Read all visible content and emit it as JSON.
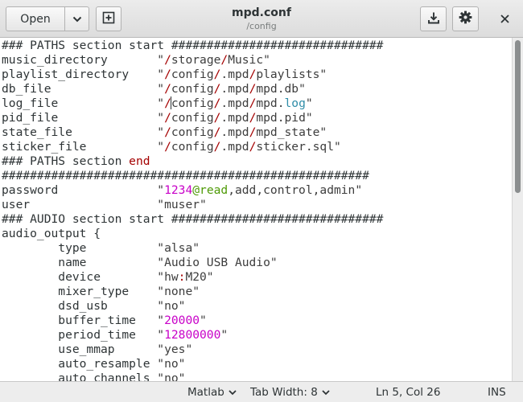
{
  "header": {
    "open_label": "Open",
    "title": "mpd.conf",
    "subtitle": "/config"
  },
  "icons": {
    "open_menu": "chevron-down-icon",
    "new_tab": "new-tab-icon",
    "save": "download-icon",
    "menu": "gear-icon",
    "close": "close-icon"
  },
  "editor": {
    "lines": [
      [
        {
          "t": "### PATHS section start ##############################",
          "c": ""
        }
      ],
      [
        {
          "t": "music_directory       ",
          "c": ""
        },
        {
          "t": "\"",
          "c": "s"
        },
        {
          "t": "/",
          "c": "sl"
        },
        {
          "t": "storage",
          "c": "s"
        },
        {
          "t": "/",
          "c": "sl"
        },
        {
          "t": "Music\"",
          "c": "s"
        }
      ],
      [
        {
          "t": "playlist_directory    ",
          "c": ""
        },
        {
          "t": "\"",
          "c": "s"
        },
        {
          "t": "/",
          "c": "sl"
        },
        {
          "t": "config",
          "c": "s"
        },
        {
          "t": "/",
          "c": "sl"
        },
        {
          "t": ".mpd",
          "c": "s"
        },
        {
          "t": "/",
          "c": "sl"
        },
        {
          "t": "playlists\"",
          "c": "s"
        }
      ],
      [
        {
          "t": "db_file               ",
          "c": ""
        },
        {
          "t": "\"",
          "c": "s"
        },
        {
          "t": "/",
          "c": "sl"
        },
        {
          "t": "config",
          "c": "s"
        },
        {
          "t": "/",
          "c": "sl"
        },
        {
          "t": ".mpd",
          "c": "s"
        },
        {
          "t": "/",
          "c": "sl"
        },
        {
          "t": "mpd.db\"",
          "c": "s"
        }
      ],
      [
        {
          "t": "log_file              ",
          "c": ""
        },
        {
          "t": "\"",
          "c": "s"
        },
        {
          "t": "/",
          "c": "sl"
        },
        {
          "t": "",
          "c": "caret"
        },
        {
          "t": "config",
          "c": "s"
        },
        {
          "t": "/",
          "c": "sl"
        },
        {
          "t": ".mpd",
          "c": "s"
        },
        {
          "t": "/",
          "c": "sl"
        },
        {
          "t": "mpd.",
          "c": "s"
        },
        {
          "t": "log",
          "c": "fn"
        },
        {
          "t": "\"",
          "c": "s"
        }
      ],
      [
        {
          "t": "pid_file              ",
          "c": ""
        },
        {
          "t": "\"",
          "c": "s"
        },
        {
          "t": "/",
          "c": "sl"
        },
        {
          "t": "config",
          "c": "s"
        },
        {
          "t": "/",
          "c": "sl"
        },
        {
          "t": ".mpd",
          "c": "s"
        },
        {
          "t": "/",
          "c": "sl"
        },
        {
          "t": "mpd.pid\"",
          "c": "s"
        }
      ],
      [
        {
          "t": "state_file            ",
          "c": ""
        },
        {
          "t": "\"",
          "c": "s"
        },
        {
          "t": "/",
          "c": "sl"
        },
        {
          "t": "config",
          "c": "s"
        },
        {
          "t": "/",
          "c": "sl"
        },
        {
          "t": ".mpd",
          "c": "s"
        },
        {
          "t": "/",
          "c": "sl"
        },
        {
          "t": "mpd_state\"",
          "c": "s"
        }
      ],
      [
        {
          "t": "sticker_file          ",
          "c": ""
        },
        {
          "t": "\"",
          "c": "s"
        },
        {
          "t": "/",
          "c": "sl"
        },
        {
          "t": "config",
          "c": "s"
        },
        {
          "t": "/",
          "c": "sl"
        },
        {
          "t": ".mpd",
          "c": "s"
        },
        {
          "t": "/",
          "c": "sl"
        },
        {
          "t": "sticker.sql\"",
          "c": "s"
        }
      ],
      [
        {
          "t": "### PATHS section ",
          "c": ""
        },
        {
          "t": "end",
          "c": "kw"
        }
      ],
      [
        {
          "t": "####################################################",
          "c": ""
        }
      ],
      [
        {
          "t": "password              ",
          "c": ""
        },
        {
          "t": "\"",
          "c": "s"
        },
        {
          "t": "1234",
          "c": "num"
        },
        {
          "t": "@read",
          "c": "var"
        },
        {
          "t": ",add,control,admin\"",
          "c": "s"
        }
      ],
      [
        {
          "t": "user                  ",
          "c": ""
        },
        {
          "t": "\"muser\"",
          "c": "s"
        }
      ],
      [
        {
          "t": "### AUDIO section start ##############################",
          "c": ""
        }
      ],
      [
        {
          "t": "audio_output {",
          "c": ""
        }
      ],
      [
        {
          "t": "        type          ",
          "c": ""
        },
        {
          "t": "\"alsa\"",
          "c": "s"
        }
      ],
      [
        {
          "t": "        name          ",
          "c": ""
        },
        {
          "t": "\"Audio USB Audio\"",
          "c": "s"
        }
      ],
      [
        {
          "t": "        device        ",
          "c": ""
        },
        {
          "t": "\"hw",
          "c": "s"
        },
        {
          "t": ":",
          "c": "sl"
        },
        {
          "t": "M20\"",
          "c": "s"
        }
      ],
      [
        {
          "t": "        mixer_type    ",
          "c": ""
        },
        {
          "t": "\"none\"",
          "c": "s"
        }
      ],
      [
        {
          "t": "        dsd_usb       ",
          "c": ""
        },
        {
          "t": "\"no\"",
          "c": "s"
        }
      ],
      [
        {
          "t": "        buffer_time   ",
          "c": ""
        },
        {
          "t": "\"",
          "c": "s"
        },
        {
          "t": "20000",
          "c": "num"
        },
        {
          "t": "\"",
          "c": "s"
        }
      ],
      [
        {
          "t": "        period_time   ",
          "c": ""
        },
        {
          "t": "\"",
          "c": "s"
        },
        {
          "t": "12800000",
          "c": "num"
        },
        {
          "t": "\"",
          "c": "s"
        }
      ],
      [
        {
          "t": "        use_mmap      ",
          "c": ""
        },
        {
          "t": "\"yes\"",
          "c": "s"
        }
      ],
      [
        {
          "t": "        auto_resample ",
          "c": ""
        },
        {
          "t": "\"no\"",
          "c": "s"
        }
      ],
      [
        {
          "t": "        auto_channels ",
          "c": ""
        },
        {
          "t": "\"no\"",
          "c": "s"
        }
      ]
    ]
  },
  "status": {
    "language": "Matlab",
    "tab_width": "Tab Width: 8",
    "position": "Ln 5, Col 26",
    "mode": "INS"
  }
}
